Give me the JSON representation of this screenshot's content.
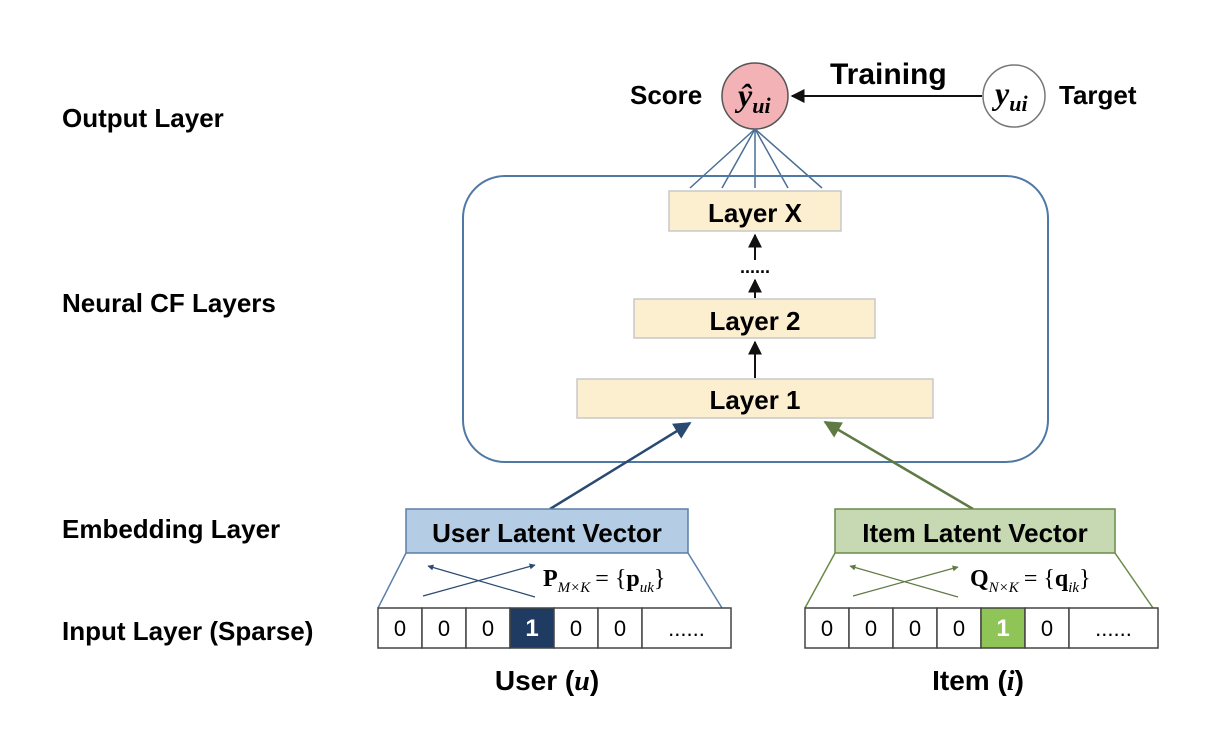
{
  "rows": {
    "output": "Output Layer",
    "neural": "Neural CF Layers",
    "embedding": "Embedding Layer",
    "input": "Input Layer (Sparse)"
  },
  "output": {
    "score_label": "Score",
    "score_symbol_base": "ŷ",
    "score_symbol_sub": "ui",
    "training_label": "Training",
    "target_symbol_base": "y",
    "target_symbol_sub": "ui",
    "target_label": "Target"
  },
  "ncf_layers": [
    {
      "label": "Layer X"
    },
    {
      "label": "......"
    },
    {
      "label": "Layer 2"
    },
    {
      "label": "Layer 1"
    }
  ],
  "user": {
    "embedding_label": "User Latent Vector",
    "matrix_main": "P",
    "matrix_sub": "M×K",
    "matrix_eq": "= {",
    "matrix_elem": "p",
    "matrix_elem_sub": "uk",
    "matrix_close": "}",
    "input_cells": [
      "0",
      "0",
      "0",
      "1",
      "0",
      "0",
      "......"
    ],
    "active_index": 3,
    "caption_text": "User (",
    "caption_var": "u",
    "caption_close": ")"
  },
  "item": {
    "embedding_label": "Item Latent Vector",
    "matrix_main": "Q",
    "matrix_sub": "N×K",
    "matrix_eq": "= {",
    "matrix_elem": "q",
    "matrix_elem_sub": "ik",
    "matrix_close": "}",
    "input_cells": [
      "0",
      "0",
      "0",
      "0",
      "1",
      "0",
      "......"
    ],
    "active_index": 4,
    "caption_text": "Item (",
    "caption_var": "i",
    "caption_close": ")"
  },
  "colors": {
    "score_fill": "#f3b3b6",
    "layer_fill": "#fcefd0",
    "layer_border": "#c8c8c8",
    "ncf_border": "#4f78a4",
    "user_fill": "#b4cce4",
    "user_border": "#5a7fa8",
    "user_active": "#1f3b62",
    "user_arrow": "#2a4a72",
    "item_fill": "#c6d9b3",
    "item_border": "#6a8a4a",
    "item_active": "#8ec556",
    "item_arrow": "#5f7a45"
  }
}
